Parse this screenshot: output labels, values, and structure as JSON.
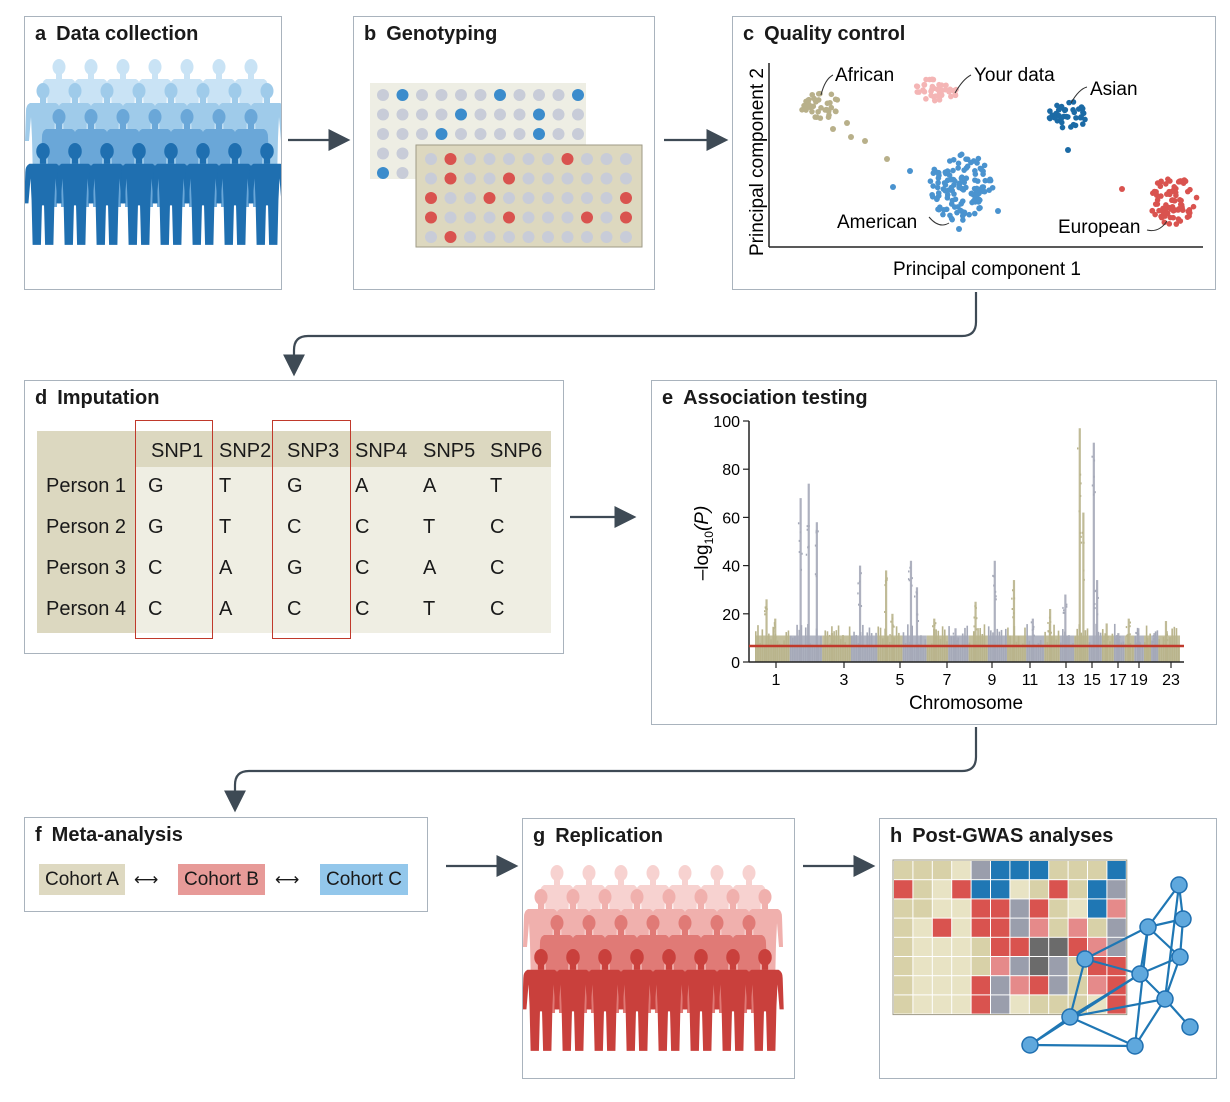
{
  "panels": {
    "a": {
      "letter": "a",
      "title": "Data collection"
    },
    "b": {
      "letter": "b",
      "title": "Genotyping"
    },
    "c": {
      "letter": "c",
      "title": "Quality control",
      "xlabel": "Principal component 1",
      "ylabel": "Principal component 2",
      "labels": {
        "african": "African",
        "your_data": "Your data",
        "asian": "Asian",
        "american": "American",
        "european": "European"
      }
    },
    "d": {
      "letter": "d",
      "title": "Imputation",
      "columns": [
        "SNP1",
        "SNP2",
        "SNP3",
        "SNP4",
        "SNP5",
        "SNP6"
      ],
      "rows": [
        {
          "label": "Person 1",
          "values": [
            "G",
            "T",
            "G",
            "A",
            "A",
            "T"
          ]
        },
        {
          "label": "Person 2",
          "values": [
            "G",
            "T",
            "C",
            "C",
            "T",
            "C"
          ]
        },
        {
          "label": "Person 3",
          "values": [
            "C",
            "A",
            "G",
            "C",
            "A",
            "C"
          ]
        },
        {
          "label": "Person 4",
          "values": [
            "C",
            "A",
            "C",
            "C",
            "T",
            "C"
          ]
        }
      ]
    },
    "e": {
      "letter": "e",
      "title": "Association testing",
      "ylabel_prefix": "–log",
      "ylabel_sub": "10",
      "ylabel_suffix": "(P)",
      "xlabel": "Chromosome",
      "yticks": [
        "100",
        "80",
        "60",
        "40",
        "20",
        "0"
      ],
      "xticks": [
        "1",
        "3",
        "5",
        "7",
        "9",
        "11",
        "13",
        "15",
        "17",
        "19",
        "23"
      ]
    },
    "f": {
      "letter": "f",
      "title": "Meta-analysis",
      "cohorts": [
        "Cohort A",
        "Cohort B",
        "Cohort C"
      ]
    },
    "g": {
      "letter": "g",
      "title": "Replication"
    },
    "h": {
      "letter": "h",
      "title": "Post-GWAS analyses"
    }
  },
  "colors": {
    "light_blue": "#bfdef3",
    "mid_blue": "#8fc2e6",
    "blue": "#5f9fd4",
    "dark_blue": "#1f77b4",
    "tan": "#ded9c1",
    "red": "#d9534f",
    "pink": "#f4b5b5",
    "grey_dot": "#c7ccd8",
    "cohort_a": "#ded9c1",
    "cohort_b": "#e79a98",
    "cohort_c": "#93c7eb",
    "threshold": "#c0392b",
    "arrow": "#3e4a55",
    "border": "#a9b3bd"
  }
}
